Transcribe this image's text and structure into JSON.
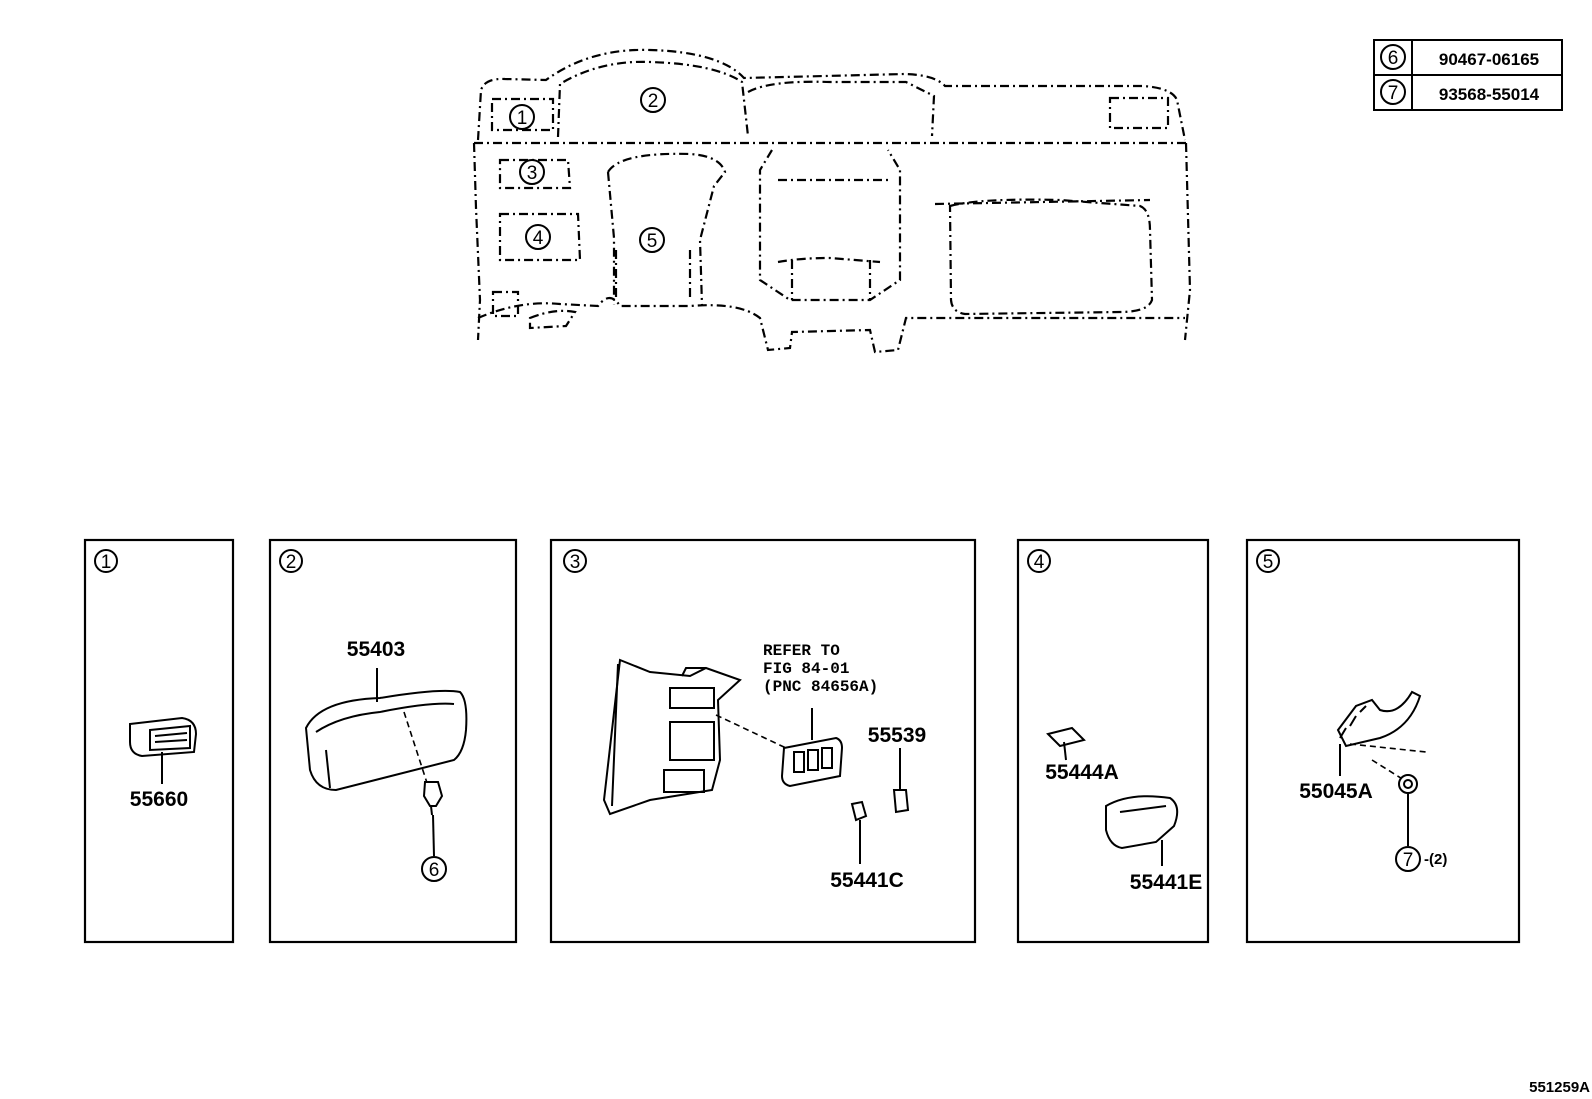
{
  "fastener_table": [
    {
      "ref": "6",
      "part_no": "90467-06165"
    },
    {
      "ref": "7",
      "part_no": "93568-55014"
    }
  ],
  "overview": {
    "callouts": [
      "1",
      "2",
      "3",
      "4",
      "5"
    ]
  },
  "panels": [
    {
      "index": "1",
      "parts": [
        "55660"
      ]
    },
    {
      "index": "2",
      "parts": [
        "55403",
        "6"
      ]
    },
    {
      "index": "3",
      "parts": [
        "55539",
        "55441C"
      ],
      "reference_note": [
        "REFER TO",
        "FIG 84-01",
        "(PNC 84656A)"
      ]
    },
    {
      "index": "4",
      "parts": [
        "55444A",
        "55441E"
      ]
    },
    {
      "index": "5",
      "parts": [
        "55045A",
        "7"
      ],
      "quantity_note": "-(2)"
    }
  ],
  "figure_id": "551259A"
}
